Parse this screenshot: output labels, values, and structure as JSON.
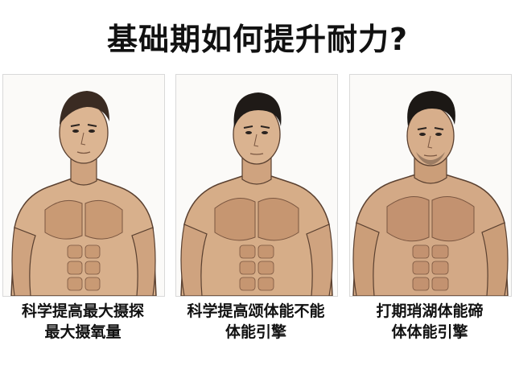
{
  "title": "基础期如何提升耐力?",
  "panels": [
    {
      "caption_line1": "科学提高最大摄探",
      "caption_line2": "最大摄氧量"
    },
    {
      "caption_line1": "科学提高颂体能不能",
      "caption_line2": "体能引擎"
    },
    {
      "caption_line1": "打期琑湖体能碲",
      "caption_line2": "体体能引擎"
    }
  ],
  "colors": {
    "skin": "#d8b08c",
    "skin_shadow": "#b98a66",
    "hair": "#2a231f",
    "outline": "#5a4030"
  }
}
